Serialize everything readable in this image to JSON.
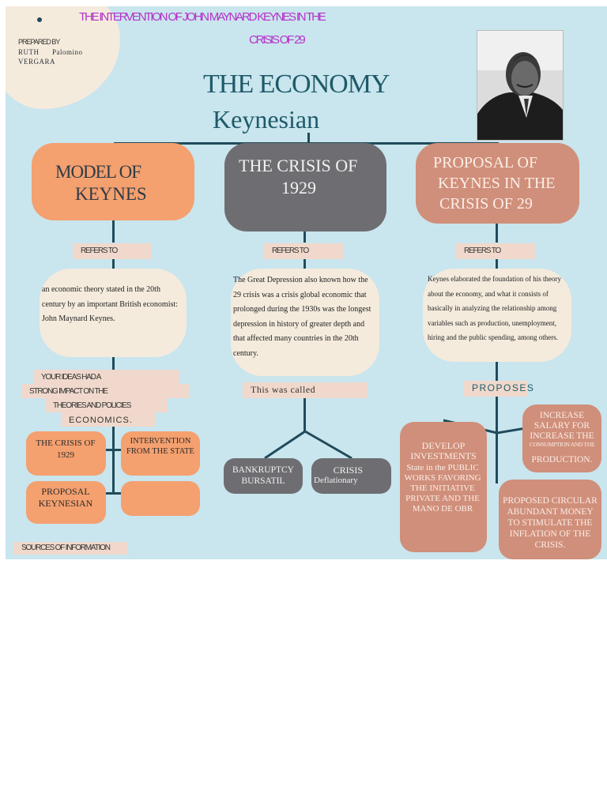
{
  "header": {
    "title_line1": "THE INTERVENTION OF JOHN MAYNARD KEYNES IN THE",
    "title_line2": "CRISIS OF 29",
    "prepared_by_label": "PREPARED BY",
    "author_line1": "RUTH      Palomino",
    "author_line2": "VERGARA"
  },
  "main": {
    "title": "THE ECONOMY",
    "subtitle": "Keynesian"
  },
  "branches": {
    "model": {
      "title_line1": "MODEL OF",
      "title_line2": "KEYNES",
      "refers_to": "REFERS TO",
      "description": "an economic theory stated in the 20th century by an important British economist: John Maynard Keynes.",
      "ideas_line1": "YOUR IDEAS HAD A",
      "ideas_line2": "STRONG IMPACT ON THE",
      "ideas_line3": "THEORIES AND POLICIES",
      "ideas_line4": "ECONOMICS.",
      "sub1": "THE CRISIS OF 1929",
      "sub2": "INTERVENTION FROM THE STATE",
      "sub3": "PROPOSAL KEYNESIAN",
      "sub4": "",
      "sources": "SOURCES OF INFORMATION"
    },
    "crisis": {
      "title_line1": "THE CRISIS OF",
      "title_line2": "1929",
      "refers_to": "REFERS TO",
      "description": "The Great Depression also known how the 29 crisis was a crisis global economic that prolonged during the 1930s was the longest depression in history of greater depth and that affected many countries in the 20th century.",
      "called": "This  was  called",
      "leaf1": "BANKRUPTCY BURSATIL",
      "leaf2_line1": "CRISIS",
      "leaf2_line2": "Deflationary"
    },
    "proposal": {
      "title_line1": "PROPOSAL OF",
      "title_line2": "KEYNES IN THE",
      "title_line3": "CRISIS OF 29",
      "refers_to": "REFERS TO",
      "description": "Keynes elaborated the foundation of his theory about the economy, and what it consists of basically in analyzing the relationship among variables such as production, unemployment, hiring and the public spending, among others.",
      "proposes": "PROPOSES",
      "item1_title": "DEVELOP INVESTMENTS",
      "item1_body": "State in the PUBLIC WORKS FAVORING THE INITIATIVE PRIVATE AND THE MANO DE OBR",
      "item2_line1": "INCREASE SALARY FOR INCREASE THE",
      "item2_line2": "CONSUMPTION AND THE",
      "item2_line3": "PRODUCTION.",
      "item3": "PROPOSED CIRCULAR ABUNDANT MONEY TO STIMULATE THE INFLATION OF THE CRISIS."
    }
  },
  "colors": {
    "background": "#c9e5ee",
    "orange": "#f4a06f",
    "gray": "#6e6e72",
    "rose": "#d08f7a",
    "cream": "#f4ebdd",
    "title_purple": "#b535c9",
    "title_teal": "#1e5a69"
  },
  "icons": {
    "photo": "portrait-photo"
  }
}
